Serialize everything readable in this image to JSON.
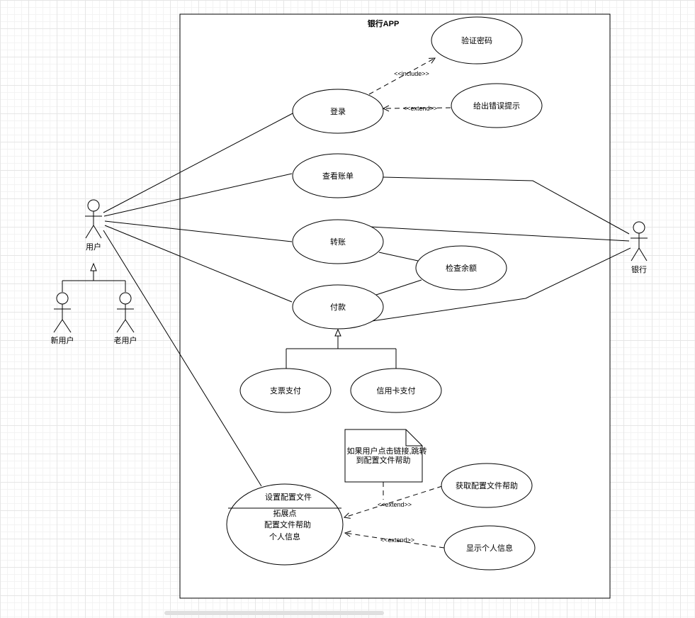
{
  "system": {
    "title": "银行APP"
  },
  "actors": {
    "user": "用户",
    "new_user": "新用户",
    "old_user": "老用户",
    "bank": "银行"
  },
  "use_cases": {
    "login": "登录",
    "verify_password": "验证密码",
    "error_hint": "给出错误提示",
    "view_bill": "查看账单",
    "transfer": "转账",
    "check_balance": "检查余额",
    "payment": "付款",
    "check_pay": "支票支付",
    "credit_card_pay": "信用卡支付",
    "config_file": {
      "name": "设置配置文件",
      "section": "拓展点",
      "points": [
        "配置文件帮助",
        "个人信息"
      ]
    },
    "get_config_help": "获取配置文件帮助",
    "show_personal_info": "显示个人信息"
  },
  "relations": {
    "include": "<<include>>",
    "extend_error": "<<extend>>",
    "extend_help": "<<extend>>",
    "extend_info": "<<extend>>"
  },
  "note": {
    "line1": "如果用户点击链接,跳转",
    "line2": "到配置文件帮助"
  }
}
